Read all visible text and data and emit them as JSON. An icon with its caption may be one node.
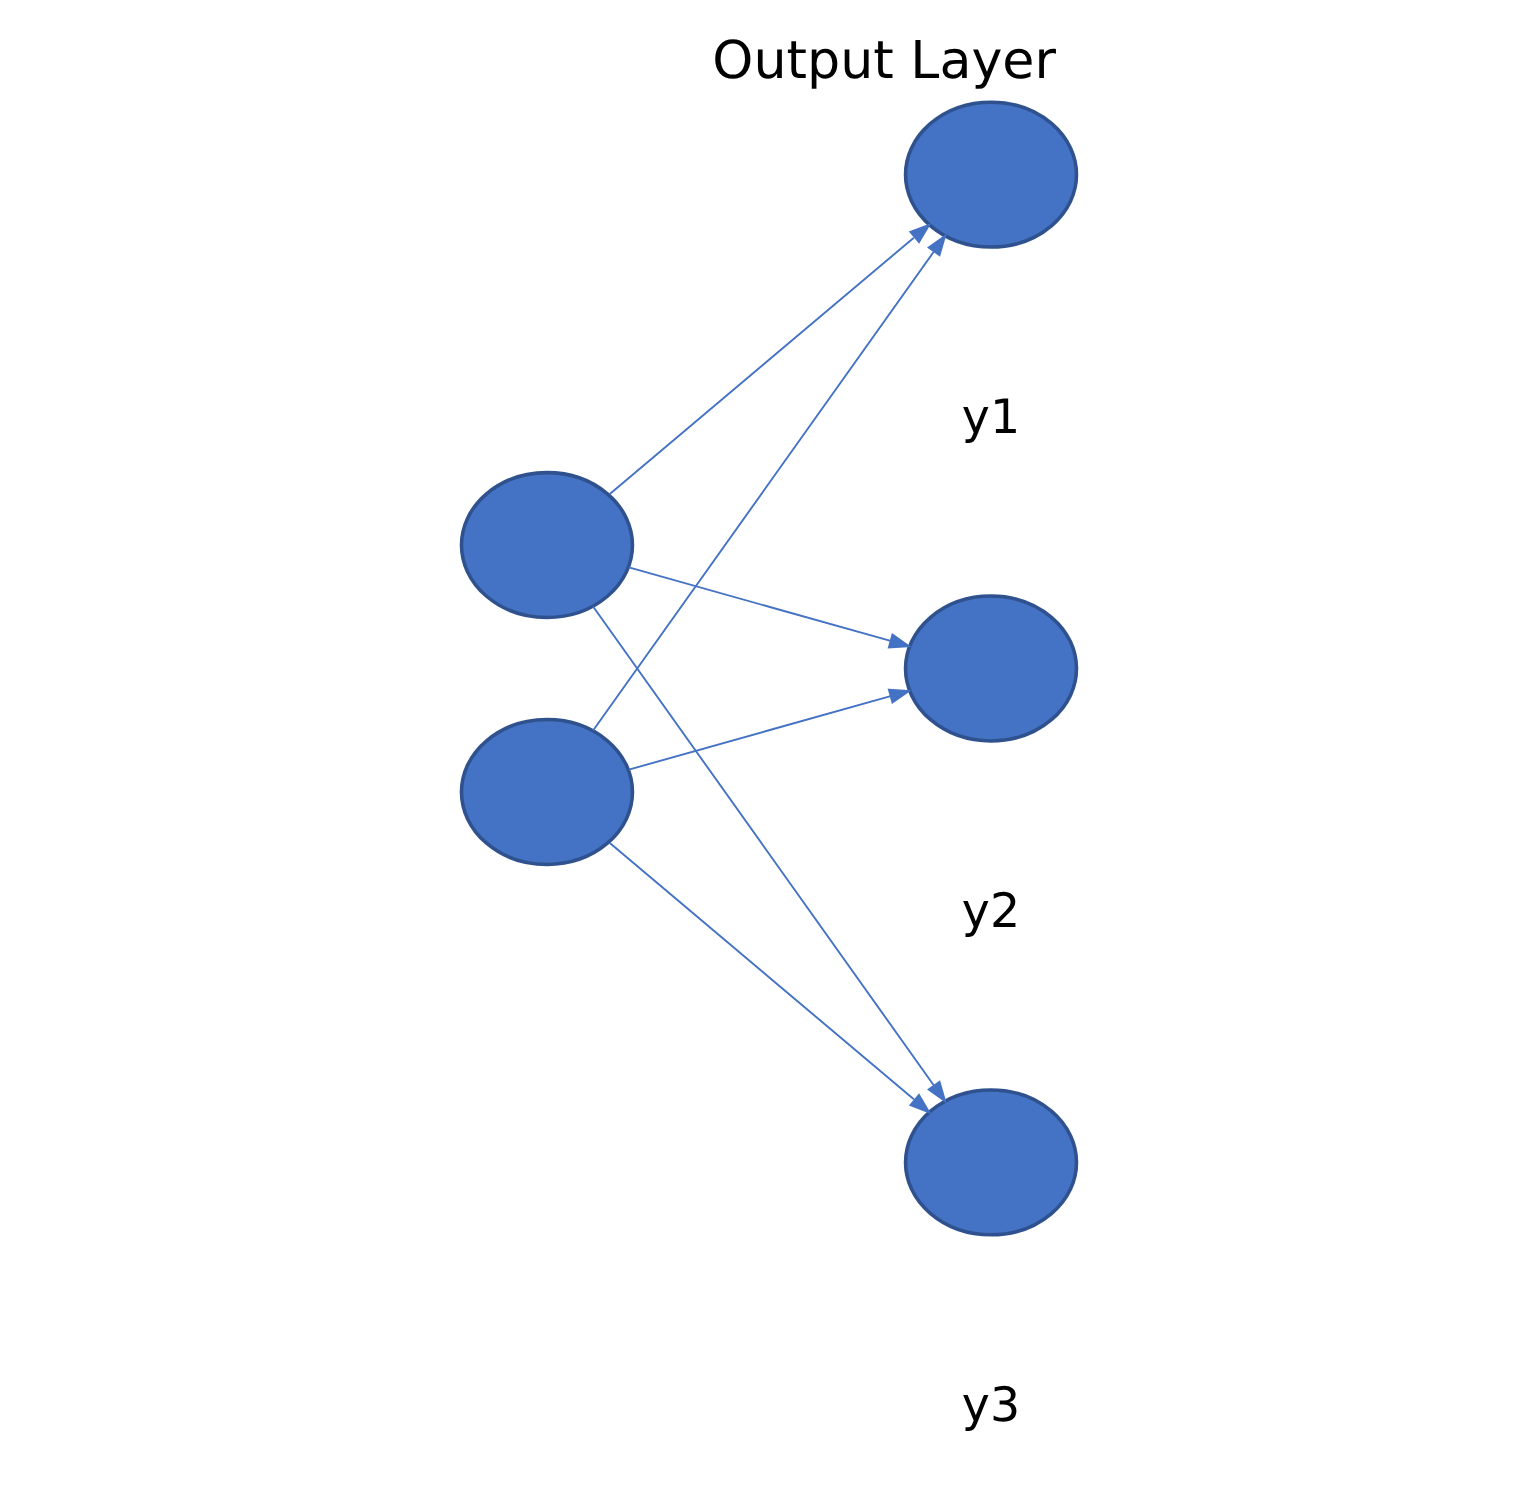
{
  "diagram": {
    "title": "Output Layer",
    "nodes": [
      {
        "text": [],
        "shape": "circle"
      },
      {
        "text": [],
        "shape": "circle"
      },
      {
        "text": [],
        "shape": "circle",
        "beside": [
          "y1"
        ]
      },
      {
        "text": [],
        "shape": "circle",
        "beside": [
          "y2"
        ]
      },
      {
        "text": [],
        "shape": "circle",
        "beside": [
          "y3"
        ]
      }
    ],
    "edges": [
      {
        "from": 0,
        "to": 2,
        "arrow": "to"
      },
      {
        "from": 0,
        "to": 3,
        "arrow": "to"
      },
      {
        "from": 0,
        "to": 4,
        "arrow": "to"
      },
      {
        "from": 1,
        "to": 2,
        "arrow": "to"
      },
      {
        "from": 1,
        "to": 3,
        "arrow": "to"
      },
      {
        "from": 1,
        "to": 4,
        "arrow": "to"
      }
    ]
  }
}
